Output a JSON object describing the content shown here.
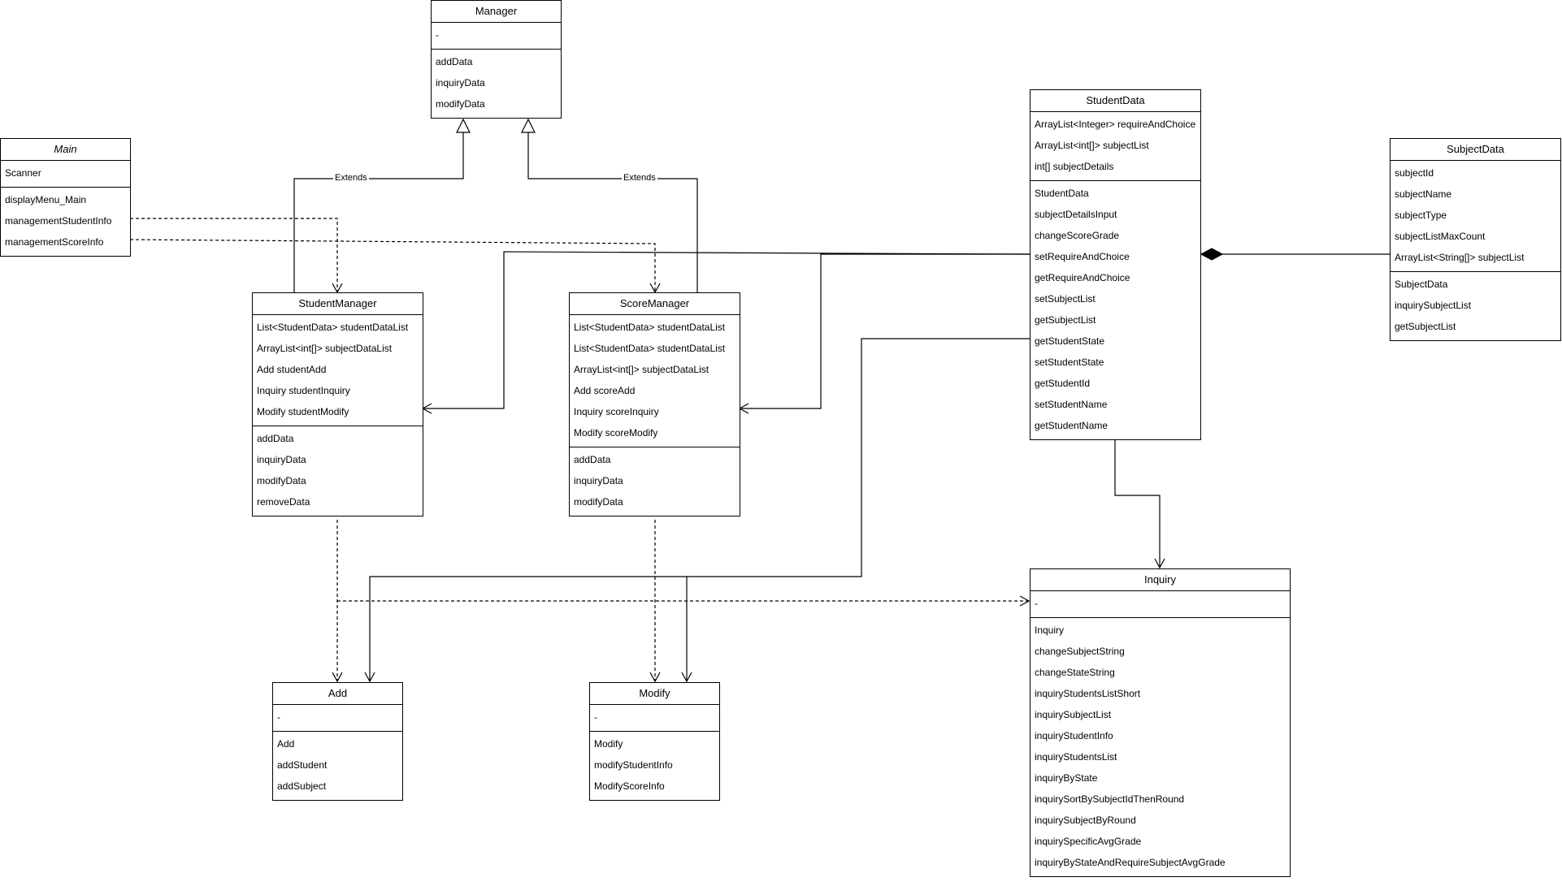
{
  "classes": {
    "manager": {
      "name": "Manager",
      "fields": [
        "-"
      ],
      "methods": [
        "addData",
        "inquiryData",
        "modifyData"
      ]
    },
    "main": {
      "name": "Main",
      "fields": [
        "Scanner"
      ],
      "methods": [
        "displayMenu_Main",
        "managementStudentInfo",
        "managementScoreInfo"
      ]
    },
    "student_manager": {
      "name": "StudentManager",
      "fields": [
        "List<StudentData> studentDataList",
        "ArrayList<int[]> subjectDataList",
        "Add studentAdd",
        "Inquiry studentInquiry",
        "Modify studentModify"
      ],
      "methods": [
        "addData",
        "inquiryData",
        "modifyData",
        "removeData"
      ]
    },
    "score_manager": {
      "name": "ScoreManager",
      "fields": [
        "List<StudentData> studentDataList",
        "List<StudentData> studentDataList",
        "ArrayList<int[]> subjectDataList",
        "Add scoreAdd",
        "Inquiry scoreInquiry",
        "Modify scoreModify"
      ],
      "methods": [
        "addData",
        "inquiryData",
        "modifyData"
      ]
    },
    "student_data": {
      "name": "StudentData",
      "fields": [
        "ArrayList<Integer> requireAndChoice",
        "ArrayList<int[]> subjectList",
        "int[] subjectDetails"
      ],
      "methods": [
        "StudentData",
        "subjectDetailsInput",
        "changeScoreGrade",
        "setRequireAndChoice",
        "getRequireAndChoice",
        "setSubjectList",
        "getSubjectList",
        "getStudentState",
        "setStudentState",
        "getStudentId",
        "setStudentName",
        "getStudentName"
      ]
    },
    "subject_data": {
      "name": "SubjectData",
      "fields": [
        "subjectId",
        "subjectName",
        "subjectType",
        "subjectListMaxCount",
        "ArrayList<String[]> subjectList"
      ],
      "methods": [
        "SubjectData",
        "inquirySubjectList",
        "getSubjectList"
      ]
    },
    "inquiry": {
      "name": "Inquiry",
      "fields": [
        "-"
      ],
      "methods": [
        "Inquiry",
        "changeSubjectString",
        "changeStateString",
        "inquiryStudentsListShort",
        "inquirySubjectList",
        "inquiryStudentInfo",
        "inquiryStudentsList",
        "inquiryByState",
        "inquirySortBySubjectIdThenRound",
        "inquirySubjectByRound",
        "inquirySpecificAvgGrade",
        "inquiryByStateAndRequireSubjectAvgGrade"
      ]
    },
    "add": {
      "name": "Add",
      "fields": [
        "-"
      ],
      "methods": [
        "Add",
        "addStudent",
        "addSubject"
      ]
    },
    "modify": {
      "name": "Modify",
      "fields": [
        "-"
      ],
      "methods": [
        "Modify",
        "modifyStudentInfo",
        "ModifyScoreInfo"
      ]
    }
  },
  "edge_labels": {
    "extends_left": "Extends",
    "extends_right": "Extends"
  }
}
